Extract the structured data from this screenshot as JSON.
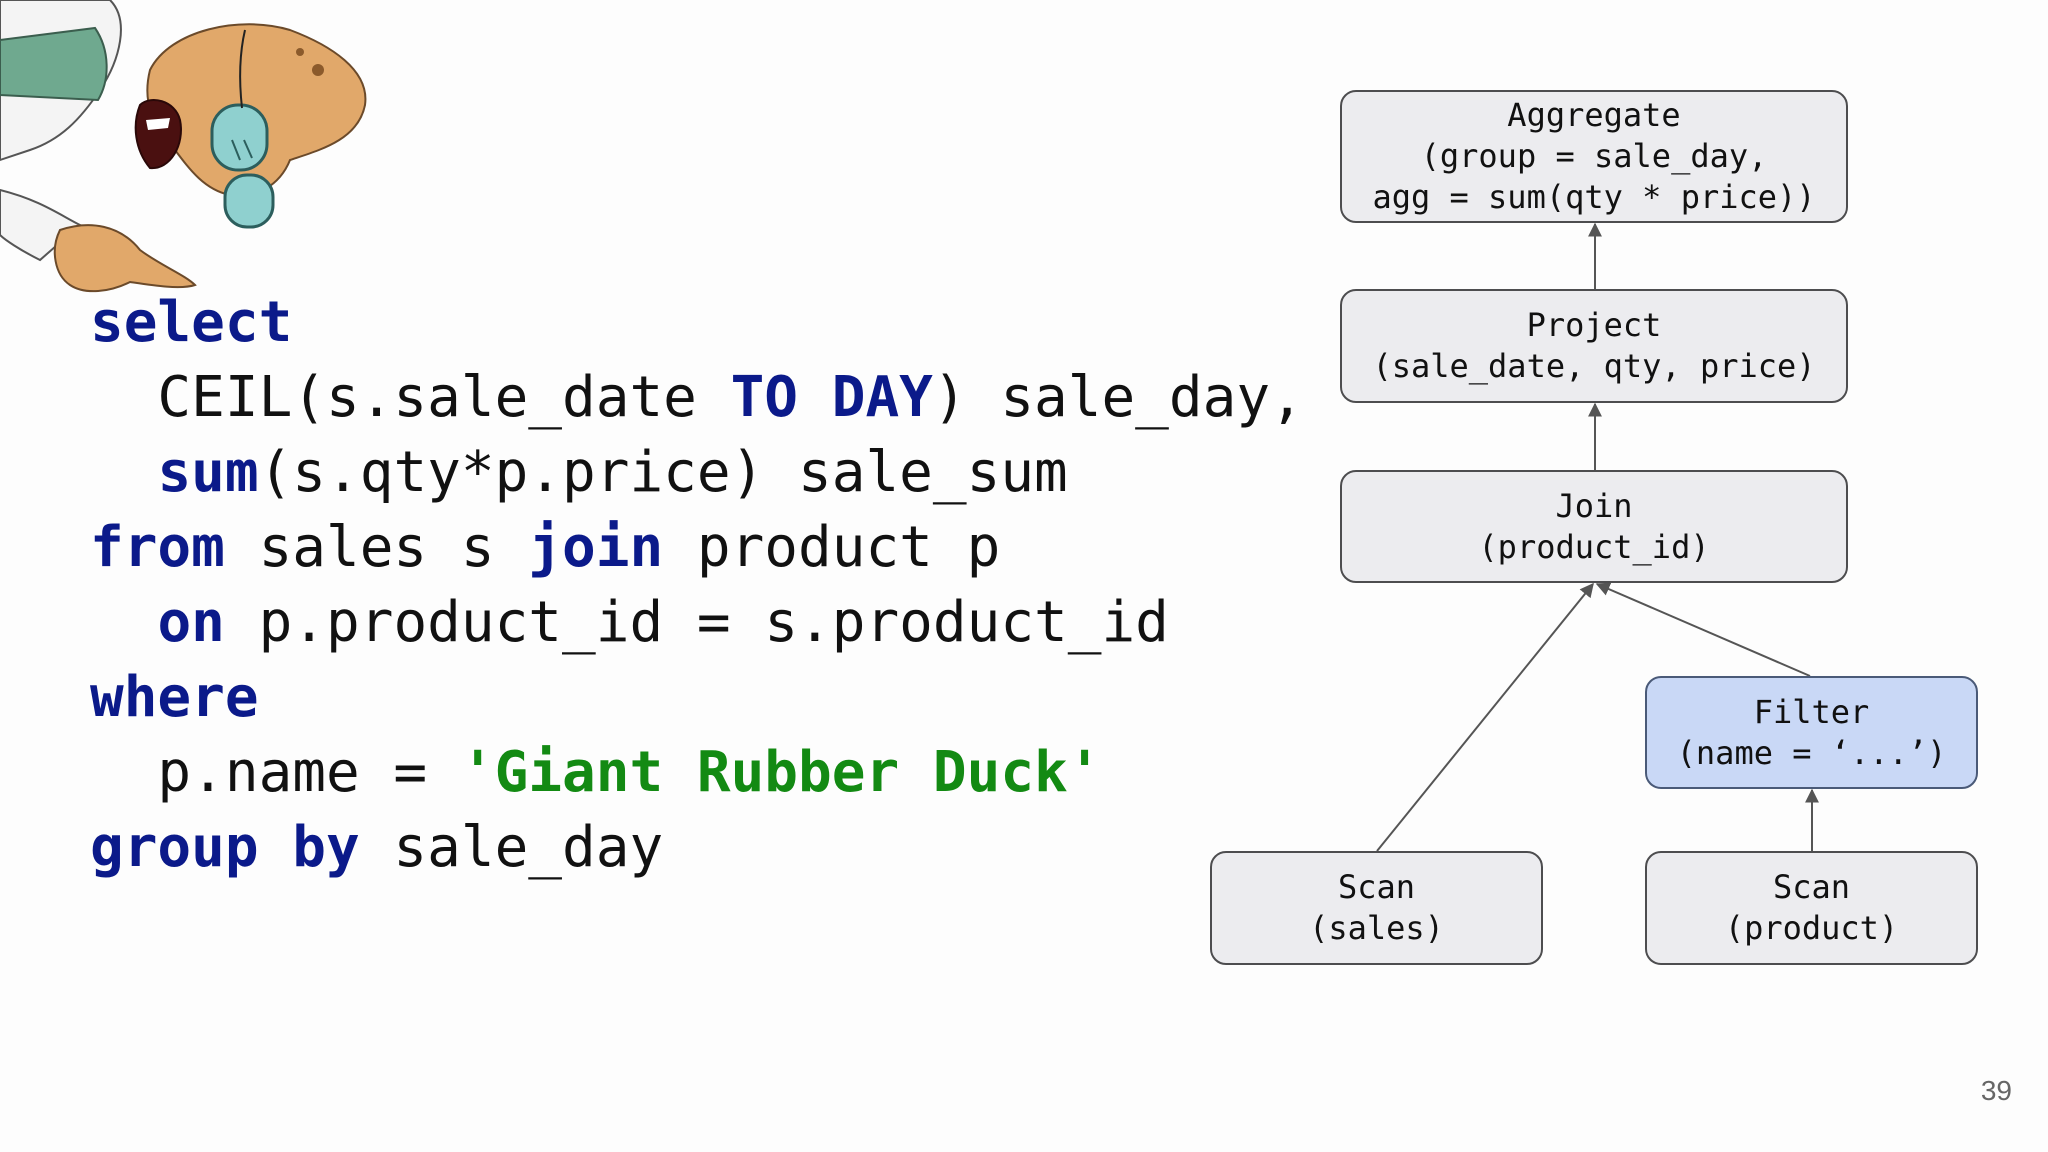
{
  "page_number": "39",
  "sql_lines": [
    [
      {
        "t": "select",
        "c": "kw"
      }
    ],
    [
      {
        "t": "  CEIL(s.sale_date ",
        "c": ""
      },
      {
        "t": "TO DAY",
        "c": "kw"
      },
      {
        "t": ") sale_day,",
        "c": ""
      }
    ],
    [
      {
        "t": "  ",
        "c": ""
      },
      {
        "t": "sum",
        "c": "kw"
      },
      {
        "t": "(s.qty*p.price) sale_sum",
        "c": ""
      }
    ],
    [
      {
        "t": "from",
        "c": "kw"
      },
      {
        "t": " sales s ",
        "c": ""
      },
      {
        "t": "join",
        "c": "kw"
      },
      {
        "t": " product p",
        "c": ""
      }
    ],
    [
      {
        "t": "  ",
        "c": ""
      },
      {
        "t": "on",
        "c": "kw"
      },
      {
        "t": " p.product_id = s.product_id",
        "c": ""
      }
    ],
    [
      {
        "t": "where",
        "c": "kw"
      }
    ],
    [
      {
        "t": "  p.name = ",
        "c": ""
      },
      {
        "t": "'Giant Rubber Duck'",
        "c": "str"
      }
    ],
    [
      {
        "t": "group by",
        "c": "kw"
      },
      {
        "t": " sale_day",
        "c": ""
      }
    ]
  ],
  "plan": {
    "aggregate": [
      "Aggregate",
      "(group = sale_day,",
      "agg = sum(qty * price))"
    ],
    "project": [
      "Project",
      "(sale_date, qty, price)"
    ],
    "join": [
      "Join",
      "(product_id)"
    ],
    "filter": [
      "Filter",
      "(name = ‘...’)"
    ],
    "scan_sales": [
      "Scan",
      "(sales)"
    ],
    "scan_product": [
      "Scan",
      "(product)"
    ]
  },
  "colors": {
    "keyword": "#0b1a8a",
    "string": "#138a13",
    "node_fill": "#ececef",
    "filter_fill": "#c9d8f6"
  },
  "mascot_icon": "pointing-professor-illustration"
}
